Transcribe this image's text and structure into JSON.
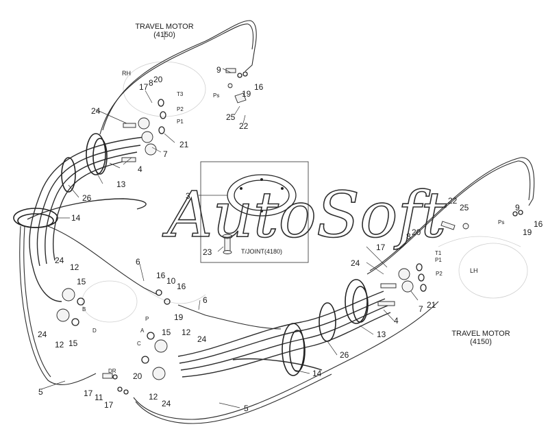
{
  "title_top": "TRAVEL MOTOR",
  "title_top_code": "(4150)",
  "title_right": "TRAVEL MOTOR",
  "title_right_code": "(4150)",
  "side_rh": "RH",
  "side_lh": "LH",
  "watermark": "AutoSoft",
  "inset_label": "T/JOINT(4180)",
  "ports": {
    "rh_t3": "T3",
    "rh_p2": "P2",
    "rh_p1": "P1",
    "rh_ps": "Ps",
    "lh_t1": "T1",
    "lh_p1": "P1",
    "lh_p2": "P2",
    "lh_ps": "Ps",
    "b": "B",
    "p": "P",
    "a": "A",
    "c": "C",
    "d": "D",
    "dr": "DR"
  },
  "callouts": {
    "n9a": "9",
    "n17a": "17",
    "n8a": "8",
    "n20a": "20",
    "n16a": "16",
    "n19a": "19",
    "n24a": "24",
    "n25a": "25",
    "n22a": "22",
    "n21a": "21",
    "n7a": "7",
    "n4a": "4",
    "n13a": "13",
    "n26a": "26",
    "n14a": "14",
    "n3": "3",
    "n23": "23",
    "n22b": "22",
    "n25b": "25",
    "n9b": "9",
    "n16b": "16",
    "n19b": "19",
    "n8b": "8",
    "n20b": "20",
    "n17b": "17",
    "n24b": "24",
    "n21b": "21",
    "n7b": "7",
    "n4b": "4",
    "n13b": "13",
    "n26b": "26",
    "n14b": "14",
    "n24c": "24",
    "n12a": "12",
    "n15a": "15",
    "n6a": "6",
    "n16c": "16",
    "n10": "10",
    "n16d": "16",
    "n19c": "19",
    "n6b": "6",
    "n24d": "24",
    "n12b": "12",
    "n15b": "15",
    "n15c": "15",
    "n12c": "12",
    "n24e": "24",
    "n20c": "20",
    "n12d": "12",
    "n24f": "24",
    "n5a": "5",
    "n17c": "17",
    "n11": "11",
    "n17d": "17",
    "n5b": "5"
  }
}
